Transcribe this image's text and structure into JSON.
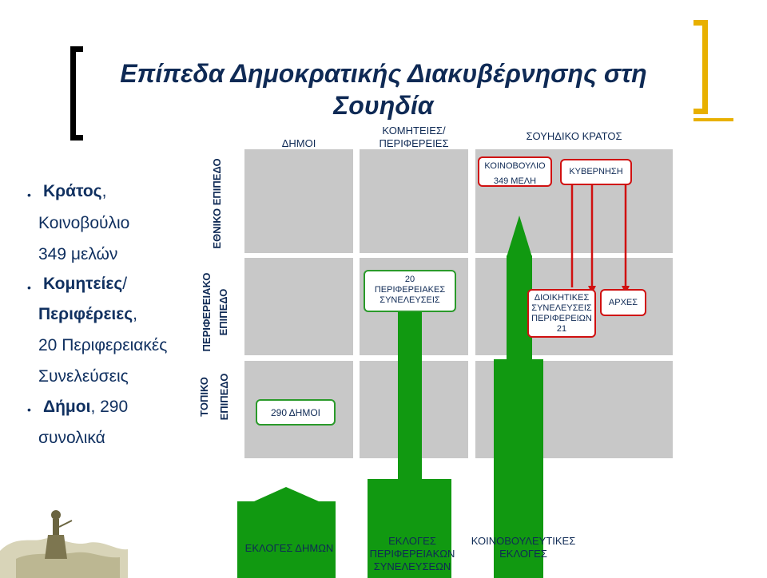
{
  "title": "Επίπεδα Δημοκρατικής Διακυβέρνησης στη Σουηδία",
  "bullets": [
    {
      "bold": "Κράτος",
      "rest": ",",
      "lines": [
        "Κοινοβούλιο",
        "349 μελών"
      ]
    },
    {
      "bold": "Κομητείες",
      "rest": "/",
      "lines2": "Περιφέρειες",
      "sep": ",",
      "lines": [
        "20 Περιφερειακές",
        "Συνελεύσεις"
      ]
    },
    {
      "bold": "Δήμοι",
      "rest": ", 290",
      "lines": [
        "συνολικά"
      ]
    }
  ],
  "columns": {
    "c1": "ΔΗΜΟΙ",
    "c2": [
      "ΚΟΜΗΤΕΙΕΣ/",
      "ΠΕΡΙΦΕΡΕΙΕΣ"
    ],
    "c3": "ΣΟΥΗΔΙΚΟ ΚΡΑΤΟΣ"
  },
  "rows": {
    "national": "ΕΘΝΙΚΟ ΕΠΙΠΕΔΟ",
    "regional": [
      "ΠΕΡΙΦΕΡΕΙΑΚΟ",
      "ΕΠΙΠΕΔΟ"
    ],
    "local": [
      "ΤΟΠΙΚΟ",
      "ΕΠΙΠΕΔΟ"
    ]
  },
  "boxes": {
    "parliament": [
      "ΚΟΙΝΟΒΟΥΛΙΟ",
      "349 ΜΕΛΗ"
    ],
    "government": "ΚΥΒΕΡΝΗΣΗ",
    "regional_assemblies": [
      "20",
      "ΠΕΡΙΦΕΡΕΙΑΚΕΣ",
      "ΣΥΝΕΛΕΥΣΕΙΣ"
    ],
    "admin_boards": [
      "ΔΙΟΙΚΗΤΙΚΕΣ",
      "ΣΥΝΕΛΕΥΣΕΙΣ",
      "ΠΕΡΙΦΕΡΕΙΩΝ",
      "21"
    ],
    "authorities": "ΑΡΧΕΣ",
    "municipalities": "290 ΔΗΜΟΙ"
  },
  "elections": {
    "municipal": "ΕΚΛΟΓΕΣ ΔΗΜΩΝ",
    "regional": [
      "ΕΚΛΟΓΕΣ",
      "ΠΕΡΙΦΕΡΕΙΑΚΩΝ",
      "ΣΥΝΕΛΕΥΣΕΩΝ"
    ],
    "parliamentary": [
      "ΚΟΙΝΟΒΟΥΛΕΥΤΙΚΕΣ",
      "ΕΚΛΟΓΕΣ"
    ]
  },
  "colors": {
    "green": "#119911",
    "red": "#d01010",
    "navy": "#0f2a55",
    "gold": "#e8b000"
  }
}
